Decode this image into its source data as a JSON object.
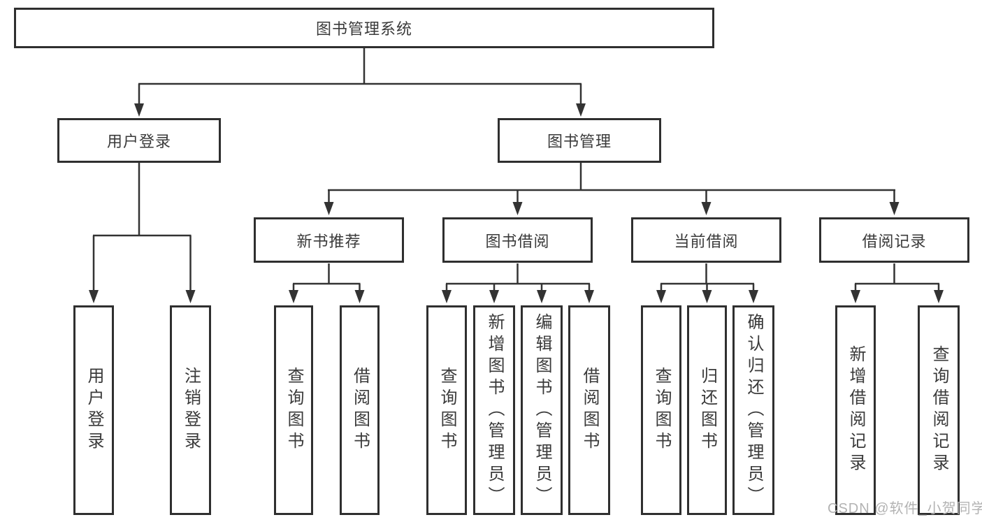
{
  "colors": {
    "line": "#333333",
    "border": "#2f2f2f",
    "text": "#3a3a3a",
    "background": "#ffffff",
    "watermark": "#b3b3b3"
  },
  "nodes": {
    "root": "图书管理系统",
    "level2": [
      "用户登录",
      "图书管理"
    ],
    "level3": [
      "新书推荐",
      "图书借阅",
      "当前借阅",
      "借阅记录"
    ],
    "leaves": [
      {
        "parent": "用户登录",
        "label": "用户登录"
      },
      {
        "parent": "用户登录",
        "label": "注销登录"
      },
      {
        "parent": "新书推荐",
        "label": "查询图书"
      },
      {
        "parent": "新书推荐",
        "label": "借阅图书"
      },
      {
        "parent": "图书借阅",
        "label": "查询图书"
      },
      {
        "parent": "图书借阅",
        "label": "新增图书（管理员）"
      },
      {
        "parent": "图书借阅",
        "label": "编辑图书（管理员）"
      },
      {
        "parent": "图书借阅",
        "label": "借阅图书"
      },
      {
        "parent": "当前借阅",
        "label": "查询图书"
      },
      {
        "parent": "当前借阅",
        "label": "归还图书"
      },
      {
        "parent": "当前借阅",
        "label": "确认归还（管理员）"
      },
      {
        "parent": "借阅记录",
        "label": "新增借阅记录"
      },
      {
        "parent": "借阅记录",
        "label": "查询借阅记录"
      }
    ]
  },
  "hierarchy": {
    "图书管理系统": {
      "用户登录": [
        "用户登录",
        "注销登录"
      ],
      "图书管理": {
        "新书推荐": [
          "查询图书",
          "借阅图书"
        ],
        "图书借阅": [
          "查询图书",
          "新增图书（管理员）",
          "编辑图书（管理员）",
          "借阅图书"
        ],
        "当前借阅": [
          "查询图书",
          "归还图书",
          "确认归还（管理员）"
        ],
        "借阅记录": [
          "新增借阅记录",
          "查询借阅记录"
        ]
      }
    }
  },
  "watermark": {
    "text": "CSDN @软件_小贺同学"
  }
}
